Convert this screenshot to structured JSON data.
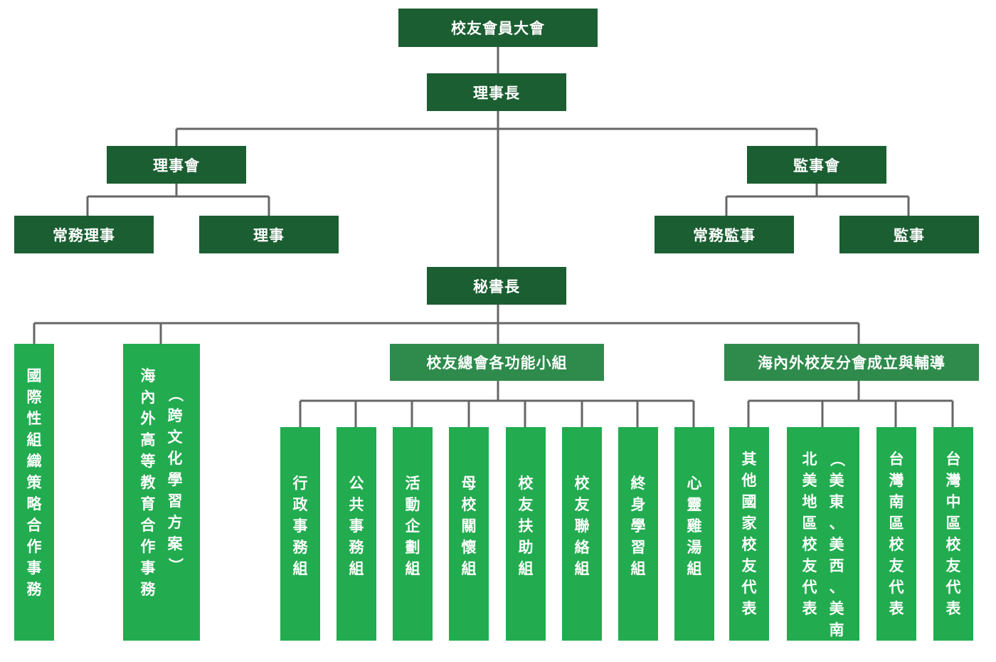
{
  "assembly": "校友會員大會",
  "president": "理事長",
  "board_directors": {
    "title": "理事會",
    "children": [
      "常務理事",
      "理事"
    ]
  },
  "board_supervisors": {
    "title": "監事會",
    "children": [
      "常務監事",
      "監事"
    ]
  },
  "secretary_general": "秘書長",
  "branches": {
    "international": "國際性組織策略合作事務",
    "higher_education": {
      "main": "海內外高等教育合作事務",
      "note": "（跨文化學習方案）"
    },
    "function_groups": {
      "title": "校友總會各功能小組",
      "items": [
        "行政事務組",
        "公共事務組",
        "活動企劃組",
        "母校關懷組",
        "校友扶助組",
        "校友聯絡組",
        "終身學習組",
        "心靈雞湯組"
      ]
    },
    "overseas_chapters": {
      "title": "海內外校友分會成立與輔導",
      "items": [
        {
          "main": "其他國家校友代表",
          "note": ""
        },
        {
          "main": "北美地區校友代表",
          "note": "（美東、美西、美南）"
        },
        {
          "main": "台灣南區校友代表",
          "note": ""
        },
        {
          "main": "台灣中區校友代表",
          "note": ""
        }
      ]
    }
  },
  "colors": {
    "dark_green": "#1b5e32",
    "mid_green": "#2e8b4c",
    "light_green": "#22ac4f",
    "connector": "#666666"
  }
}
